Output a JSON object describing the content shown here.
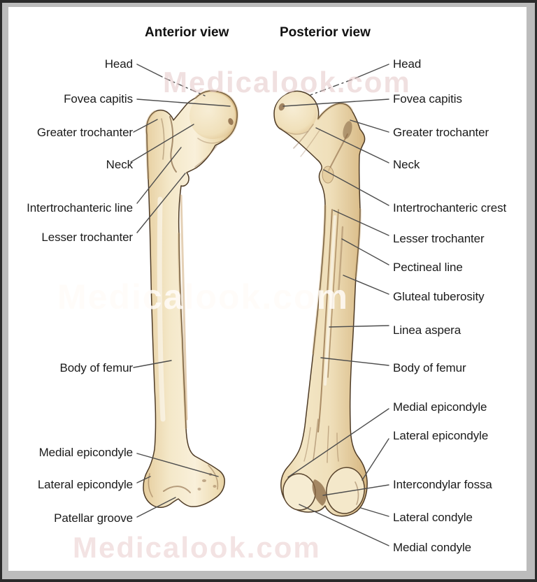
{
  "diagram": {
    "anterior": {
      "title": "Anterior view",
      "labels": [
        "Head",
        "Fovea capitis",
        "Greater trochanter",
        "Neck",
        "Intertrochanteric line",
        "Lesser trochanter",
        "Body of femur",
        "Medial epicondyle",
        "Lateral epicondyle",
        "Patellar groove"
      ]
    },
    "posterior": {
      "title": "Posterior view",
      "labels": [
        "Head",
        "Fovea capitis",
        "Greater trochanter",
        "Neck",
        "Intertrochanteric crest",
        "Lesser trochanter",
        "Pectineal line",
        "Gluteal tuberosity",
        "Linea aspera",
        "Body of femur",
        "Medial epicondyle",
        "Lateral epicondyle",
        "Intercondylar fossa",
        "Lateral condyle",
        "Medial condyle"
      ]
    },
    "watermark": "Medicalook.com",
    "colors": {
      "bone_fill": "#f2e4c2",
      "bone_highlight": "#faf2dc",
      "bone_shade": "#c9a470",
      "bone_outline": "#4e3b26",
      "label_text": "#1b1b1b",
      "leader_line": "#4d4d4d",
      "frame_gray": "#bcbcbc",
      "frame_dark": "#2b2b2b",
      "background": "#ffffff"
    }
  }
}
